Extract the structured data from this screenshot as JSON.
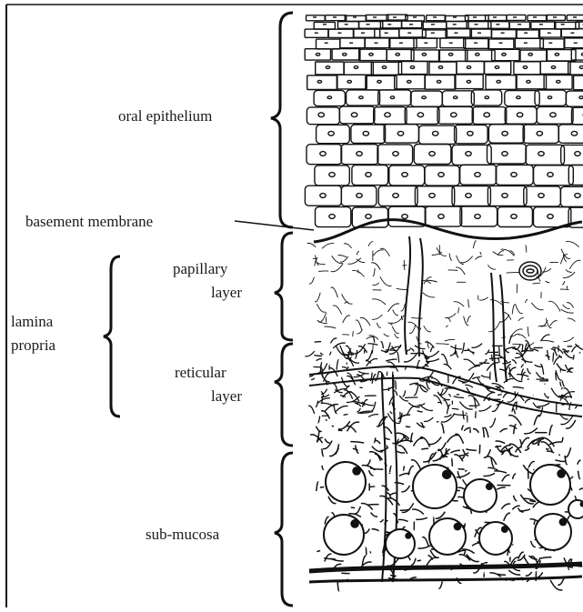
{
  "diagram": {
    "labels": {
      "oral_epithelium": "oral epithelium",
      "basement_membrane": "basement membrane",
      "papillary_line1": "papillary",
      "papillary_line2": "layer",
      "lamina_line1": "lamina",
      "lamina_line2": "propria",
      "reticular_line1": "reticular",
      "reticular_line2": "layer",
      "sub_mucosa": "sub-mucosa"
    },
    "colors": {
      "ink": "#111111",
      "paper": "#ffffff"
    }
  }
}
